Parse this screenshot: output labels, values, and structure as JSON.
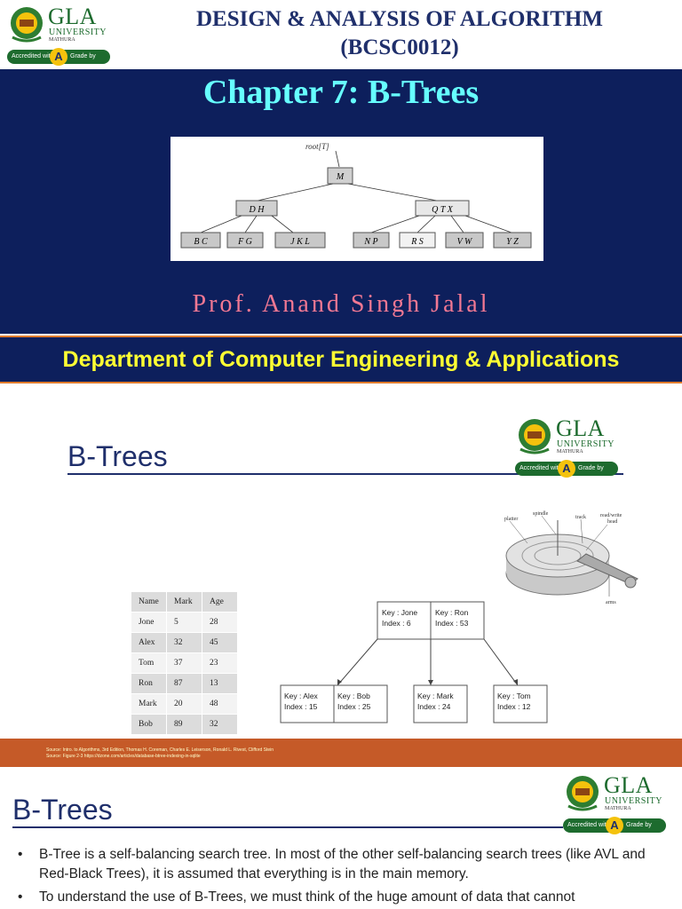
{
  "logo": {
    "name": "GLA",
    "sub": "UNIVERSITY",
    "city": "MATHURA",
    "accredited": "Accredited with",
    "grade": "A",
    "naac": "Grade by NAAC"
  },
  "slide1": {
    "course_line1": "DESIGN & ANALYSIS OF ALGORITHM",
    "course_line2": "(BCSC0012)",
    "chapter": "Chapter 7: B-Trees",
    "tree": {
      "root_label": "root[T]",
      "root": "M",
      "level1": [
        "D H",
        "Q T X"
      ],
      "leaves": [
        "B C",
        "F G",
        "J K L",
        "N P",
        "R S",
        "V W",
        "Y Z"
      ]
    },
    "professor": "Prof. Anand Singh Jalal",
    "department": "Department of Computer Engineering & Applications"
  },
  "slide2": {
    "title": "B-Trees",
    "table": {
      "headers": [
        "Name",
        "Mark",
        "Age"
      ],
      "rows": [
        [
          "Jone",
          "5",
          "28"
        ],
        [
          "Alex",
          "32",
          "45"
        ],
        [
          "Tom",
          "37",
          "23"
        ],
        [
          "Ron",
          "87",
          "13"
        ],
        [
          "Mark",
          "20",
          "48"
        ],
        [
          "Bob",
          "89",
          "32"
        ]
      ]
    },
    "btree": {
      "root": [
        {
          "key": "Key    : Jone",
          "index": "Index : 6"
        },
        {
          "key": "Key    : Ron",
          "index": "Index : 53"
        }
      ],
      "children": [
        {
          "key": "Key    : Alex",
          "index": "Index : 15"
        },
        {
          "key": "Key    : Bob",
          "index": "Index : 25"
        },
        {
          "key": "Key    : Mark",
          "index": "Index : 24"
        },
        {
          "key": "Key    : Tom",
          "index": "Index : 12"
        }
      ]
    },
    "disk": {
      "platter": "platter",
      "spindle": "spindle",
      "track": "track",
      "head_line1": "read/write",
      "head_line2": "head",
      "arms": "arms"
    },
    "source_line1": "Source: Intro. to Algorithms, 3rd Edition, Thomas H. Coreman, Charles E. Leiserson, Ronald L. Rivest, Clifford Stein",
    "source_line2": "Source: Figure 2-3 https://dzone.com/articles/database-btree-indexing-in-sqlite"
  },
  "slide3": {
    "title": "B-Trees",
    "bullets": [
      "B-Tree is a self-balancing search tree. In most of the other self-balancing search trees (like AVL and Red-Black Trees), it is assumed that everything is in the main memory.",
      "To understand the use of B-Trees, we must think of the huge amount of data that cannot"
    ]
  }
}
